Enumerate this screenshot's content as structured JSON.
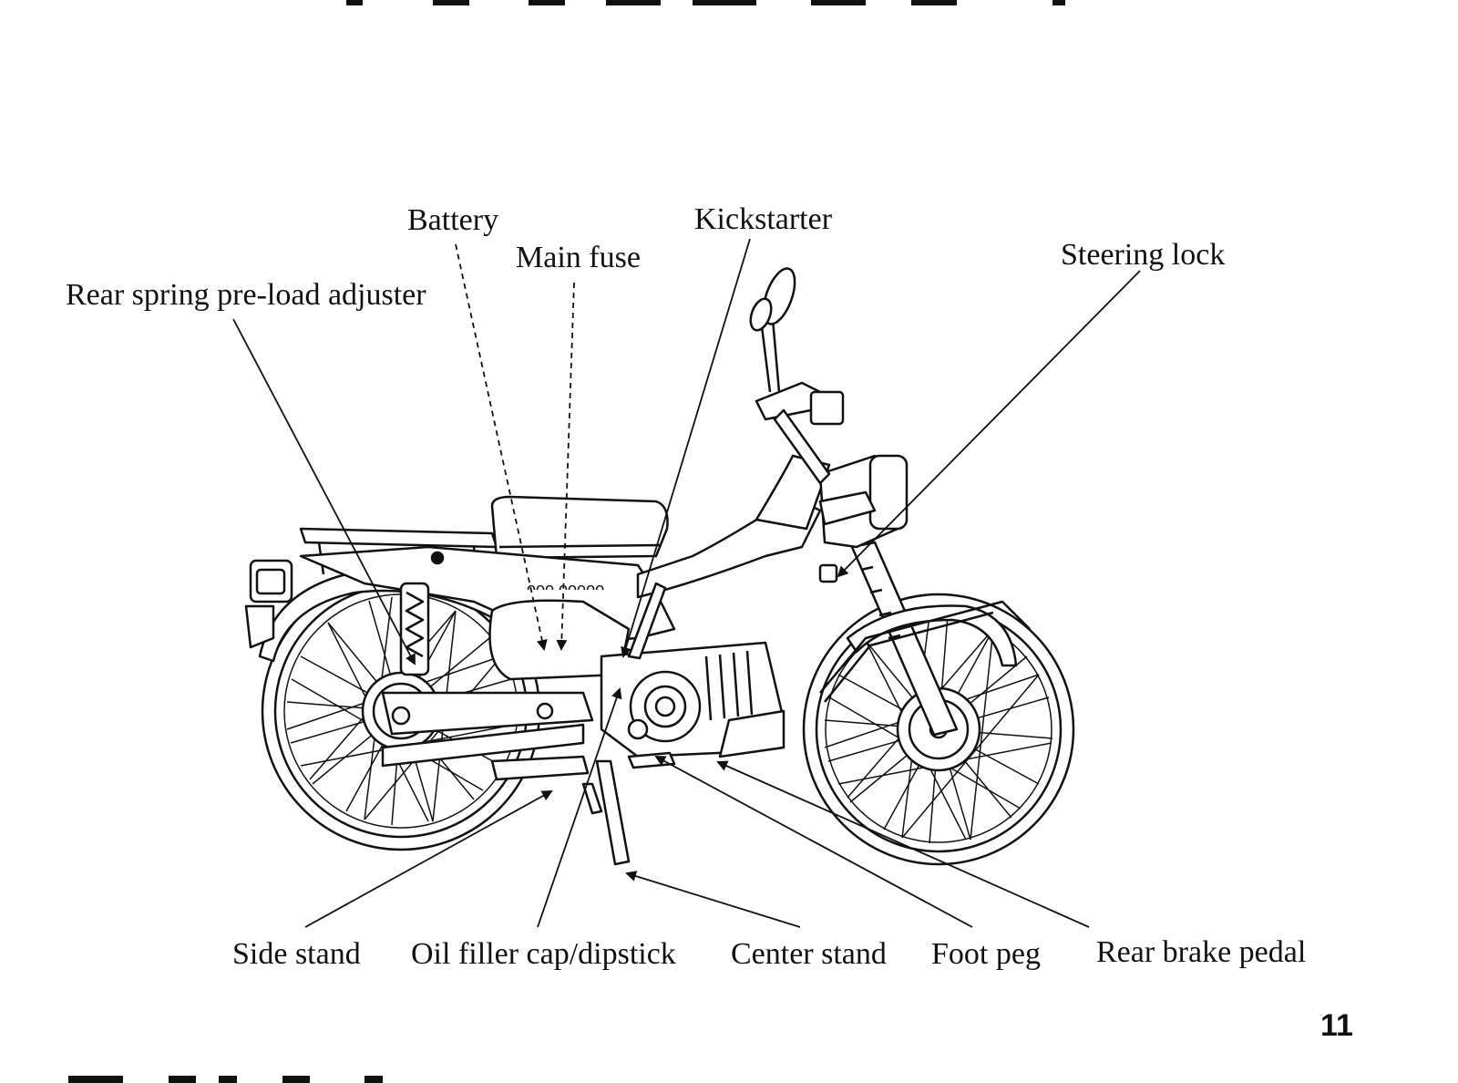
{
  "labels": {
    "battery": "Battery",
    "main_fuse": "Main fuse",
    "kickstarter": "Kickstarter",
    "steering_lock": "Steering lock",
    "rear_spring": "Rear spring pre-load adjuster",
    "side_stand": "Side stand",
    "oil_filler": "Oil filler cap/dipstick",
    "center_stand": "Center stand",
    "foot_peg": "Foot peg",
    "rear_brake_pedal": "Rear brake pedal"
  },
  "page_number": "11"
}
